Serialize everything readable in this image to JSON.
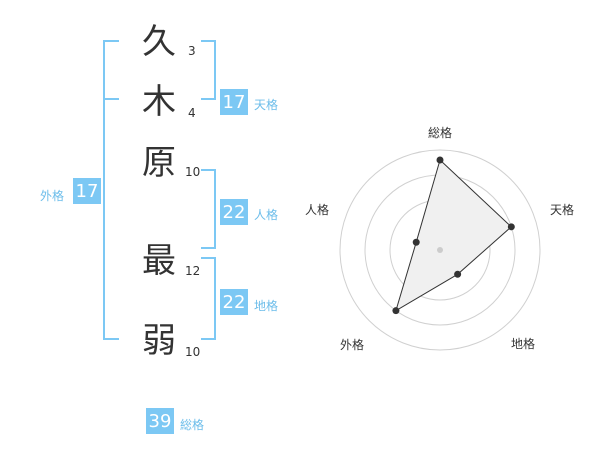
{
  "name": {
    "chars": [
      {
        "char": "久",
        "strokes": "3"
      },
      {
        "char": "木",
        "strokes": "4"
      },
      {
        "char": "原",
        "strokes": "10"
      },
      {
        "char": "最",
        "strokes": "12"
      },
      {
        "char": "弱",
        "strokes": "10"
      }
    ]
  },
  "scores": {
    "tenkaku": {
      "value": "17",
      "label": "天格"
    },
    "jinkaku": {
      "value": "22",
      "label": "人格"
    },
    "chikaku": {
      "value": "22",
      "label": "地格"
    },
    "gaikaku": {
      "value": "17",
      "label": "外格"
    },
    "soukaku": {
      "value": "39",
      "label": "総格"
    }
  },
  "radar": {
    "axes": [
      "総格",
      "天格",
      "地格",
      "外格",
      "人格"
    ],
    "values": [
      0.9,
      0.75,
      0.3,
      0.75,
      0.25
    ],
    "colors": {
      "grid": "#d0d0d0",
      "fill": "#f0f0f0",
      "line": "#333333",
      "center": "#cccccc"
    }
  },
  "colors": {
    "accent": "#7cc8f4",
    "bracket": "#7cc8f4"
  }
}
